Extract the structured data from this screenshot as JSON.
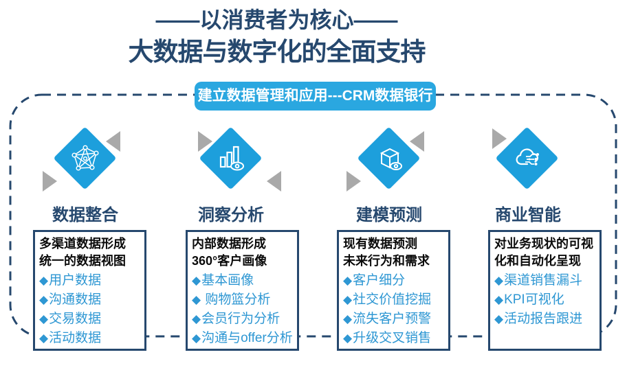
{
  "title": {
    "line1": "——以消费者为核心——",
    "line2": "大数据与数字化的全面支持"
  },
  "banner": {
    "label": "建立数据管理和应用---CRM数据银行"
  },
  "bullet_glyph": "◆",
  "colors": {
    "navy": "#26486E",
    "banner_blue": "#2AA7E0",
    "diamond_blue": "#1D9FDC",
    "bullet_blue": "#2E97D3",
    "gray": "#A9A9A9"
  },
  "columns": [
    {
      "icon": "network-graph-icon",
      "heading": "数据整合",
      "box_title": "多渠道数据形成\n统一的数据视图",
      "bullets": [
        "用户数据",
        "沟通数据",
        "交易数据",
        "活动数据"
      ]
    },
    {
      "icon": "bar-chart-eye-icon",
      "heading": "洞察分析",
      "box_title": "内部数据形成\n360°客户画像",
      "bullets": [
        "基本画像",
        " 购物篮分析",
        "会员行为分析",
        "沟通与offer分析"
      ]
    },
    {
      "icon": "cube-eye-icon",
      "heading": "建模预测",
      "box_title": "现有数据预测\n未来行为和需求",
      "bullets": [
        "客户细分",
        "社交价值挖掘",
        "流失客户预警",
        "升级交叉销售"
      ]
    },
    {
      "icon": "cloud-circuit-icon",
      "heading": "商业智能",
      "box_title": "对业务现状的可视\n化和自动化呈现",
      "bullets": [
        "渠道销售漏斗",
        "KPI可视化",
        "活动报告跟进"
      ]
    }
  ]
}
